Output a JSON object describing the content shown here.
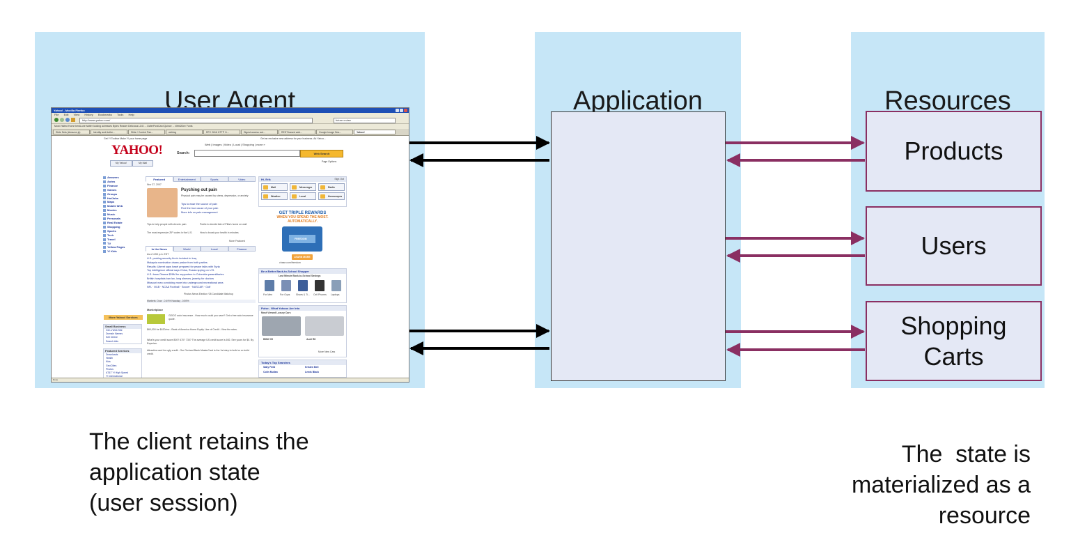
{
  "panels": {
    "user_agent": "User Agent",
    "application": "Application",
    "resources": "Resources"
  },
  "resource_boxes": {
    "products": "Products",
    "users": "Users",
    "shopping_carts": [
      "Shopping",
      "Carts"
    ]
  },
  "captions": {
    "client": [
      "The client retains the",
      "application state",
      "(user session)"
    ],
    "resource": [
      "The  state is",
      "materialized as a",
      "resource"
    ]
  },
  "colors": {
    "panel_bg": "#c6e6f7",
    "box_fill": "#e4e8f5",
    "resource_border": "#8a2f62",
    "arrow_black": "#000000"
  },
  "browser": {
    "title": "Yahoo! - Mozilla Firefox",
    "menu": [
      "File",
      "Edit",
      "View",
      "History",
      "Bookmarks",
      "Tools",
      "Help"
    ],
    "url": "http://www.yahoo.com/",
    "search_field": "future cruise",
    "bookmarks": "Most Visited   Home   bestLune   twitter   looking   actresses   Bytes   Reader   Delicious   LDG   ...   DaferPostCard   Quince   ...   Web2Dev   Fonts",
    "tabs": [
      "Slide Sets (Amazon.js)",
      "Identity and Authe...",
      "Slide / Control Pan...",
      "weblog",
      "RFC 2616 HTTP /1...",
      "Digest access aut...",
      "REST-based web...",
      "Google Image Sea...",
      "Yahoo!"
    ],
    "status": "Done",
    "yahoo": {
      "logo": "YAHOO!",
      "top_links": "Get Y! Toolbar   Make Y! your home page",
      "ad_link": "Get an exclusive new address for your business. Ad Yahoo...",
      "my_yahoo": "My Yahoo!",
      "my_mail": "My Mail",
      "search_links": "Web  |  Images  |  Video  |  Local  |  Shopping  |  more »",
      "search_label": "Search:",
      "search_button": "Web Search",
      "page_options": "Page Options",
      "left_nav": [
        "Answers",
        "Autos",
        "Finance",
        "Games",
        "Groups",
        "HotJobs",
        "Maps",
        "Mobile Web",
        "Movies",
        "Music",
        "Personals",
        "Real Estate",
        "Shopping",
        "Sports",
        "Tech",
        "Travel",
        "TV",
        "Yellow Pages",
        "Y! Kids"
      ],
      "more_services": "More Yahoo! Services",
      "small_business": {
        "title": "Small Business",
        "items": [
          "Get a Web Site",
          "Domain Names",
          "Sell Online",
          "Search Ads"
        ]
      },
      "featured_services": {
        "title": "Featured Services",
        "items": [
          "Downloads",
          "Health",
          "Kids",
          "GeoCities",
          "Photos",
          "AT&T Y! High Speed",
          "Y! International"
        ]
      },
      "tabs_top": [
        "Featured",
        "Entertainment",
        "Sports",
        "Video"
      ],
      "date": "Nov 27, 2007",
      "headline": "Psyching out pain",
      "blurb": "Physical pain may be caused by stress, depression, or anxiety",
      "story_links": [
        "Tips to ease the source of pain",
        "Find the true cause of your pain",
        "More info on pain management"
      ],
      "mini_stories": [
        "Tips to help people with chronic pain",
        "The most expensive ZIP codes in the U.S.",
        "Public to decide fate of Pitts's home on wall",
        "How to boost your health in minutes"
      ],
      "more_featured": "More Featured",
      "tabs_news": [
        "In the News",
        "World",
        "Local",
        "Finance"
      ],
      "news_time": "As of 4:55 p.m. EST",
      "news": [
        "U.S. probing security firm's incident in Iraq",
        "Malaysia nomination draws praise from both parties",
        "Results: Ukrent says Israel prepared for peace talks with Syria",
        "Top intelligence official says China, Russia spying on U.S.",
        "U.S. fears Obama $26M for supporters to Colombia paramilitaries",
        "British hospitals ban lax, long sleeves, jewelry for doctors",
        "Missouri man convicting more into underground recreational area",
        "NFL · MLB · NCAA Football · Soccer · NASCAR · Golf"
      ],
      "photos_links": "Photos  News  Election '08  Candidate Matchup",
      "markets": "Markets: Dow: -0.49%   Nasdaq: -0.89%",
      "marketplace": "Marketplace",
      "market_text": [
        "GEICO auto insurance - How much could you save? Get a free auto insurance quote.",
        "$60,000 for $420/mo - Bank of America Home Equity Line of Credit - View the rates.",
        "What's your credit score 800? 670? 730? The average US credit score is 692. See yours for $0. By Experian.",
        "Attractive card for ugly credit - Our Orchard Bank MasterCard is the 1st step to build or re-build credit."
      ],
      "hi_user": "Hi, Erik",
      "sign_out": "Sign Out",
      "quick_buttons": [
        "Mail",
        "Messenger",
        "Radio",
        "Weather",
        "Local",
        "Horoscopes"
      ],
      "ad_headline": [
        "GET TRIPLE REWARDS",
        "WHEN YOU SPEND THE MOST.",
        "AUTOMATICALLY."
      ],
      "ad_card": "FREEDOM",
      "ad_button": "LEARN MORE",
      "ad_domain": "chase.com/freedom",
      "shopper": "Be a Better Back-to-School Shopper",
      "shopper_sub": "Last Minute Back-to-School Savings",
      "shopper_items": [
        "For Men",
        "For Guys",
        "Shoes & Ti...",
        "Cell Phones",
        "Laptops"
      ],
      "pulse": "Pulse - What Yahoos Are Into",
      "pulse_sub": "Most Viewed Luxury Cars",
      "cars": [
        "BMW X5",
        "Audi R8"
      ],
      "more_cars": "More New Cars",
      "top_searches": "Today's Top Searches",
      "searches": [
        "Sally Field",
        "Kristen Bell",
        "Colin Mullan",
        "Lewis Black"
      ]
    }
  }
}
